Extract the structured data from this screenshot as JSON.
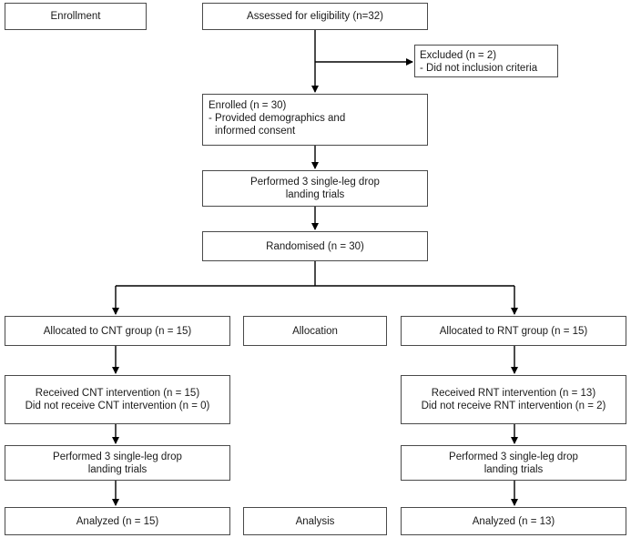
{
  "flow": {
    "enrollment": "Enrollment",
    "assessed": "Assessed for eligibility (n=32)",
    "excluded": [
      "Excluded (n = 2)",
      "- Did not inclusion criteria"
    ],
    "enrolled": [
      "Enrolled (n = 30)",
      "- Provided demographics and",
      "informed consent"
    ],
    "baseline_trials": [
      "Performed 3 single-leg drop",
      "landing trials"
    ],
    "randomised": "Randomised (n = 30)",
    "allocation_label": "Allocation",
    "analysis_label": "Analysis",
    "cnt": {
      "allocated": "Allocated to CNT group (n = 15)",
      "received": [
        "Received CNT intervention (n = 15)",
        "Did not receive CNT intervention (n = 0)"
      ],
      "trials": [
        "Performed 3 single-leg drop",
        "landing trials"
      ],
      "analyzed": "Analyzed (n = 15)"
    },
    "rnt": {
      "allocated": "Allocated to RNT group (n = 15)",
      "received": [
        "Received RNT intervention (n = 13)",
        "Did not receive RNT intervention (n = 2)"
      ],
      "trials": [
        "Performed 3 single-leg drop",
        "landing trials"
      ],
      "analyzed": "Analyzed (n = 13)"
    }
  }
}
